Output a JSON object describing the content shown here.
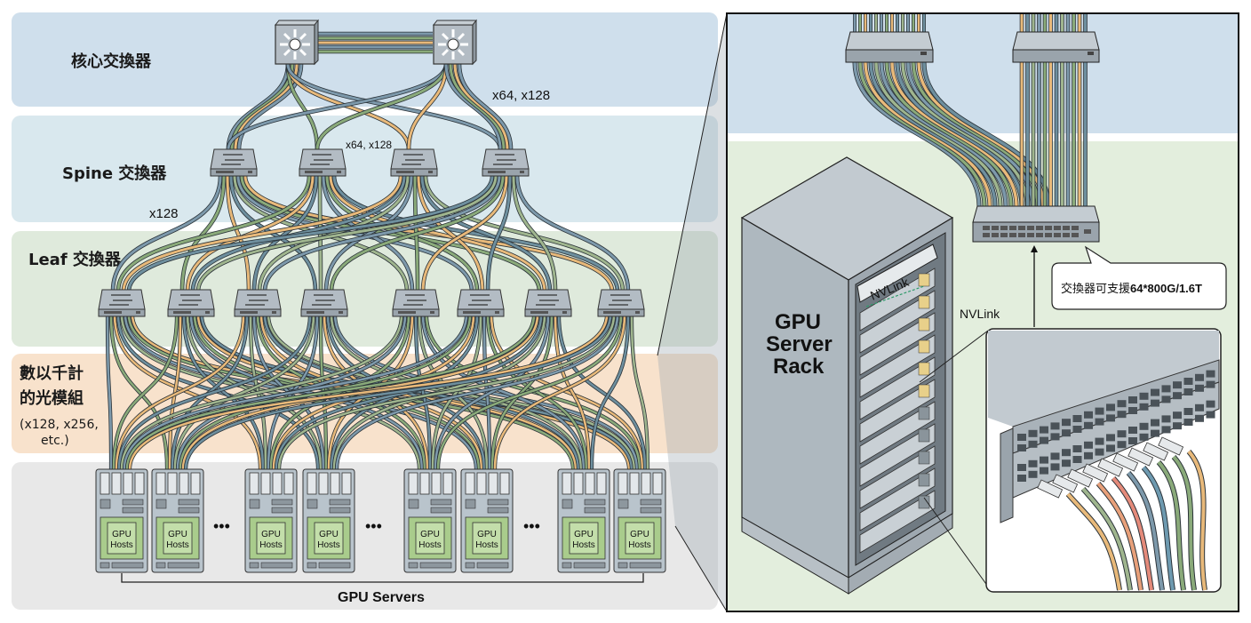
{
  "colors": {
    "core_band": "#cfdfec",
    "spine_band": "#d9e8ee",
    "leaf_band": "#dfeadc",
    "optics_band": "#f8e2cc",
    "server_band": "#e8e8e8",
    "switch_gray": "#a9b3bb",
    "cable_blue": "#7d99ab",
    "cable_green": "#8aaa7a",
    "cable_orange": "#e8b97a",
    "gpu_green": "#a9cc8c"
  },
  "layers": {
    "core": {
      "label": "核心交換器"
    },
    "spine": {
      "label": "Spine 交換器"
    },
    "leaf": {
      "label": "Leaf 交換器"
    },
    "optics": {
      "label_line1": "數以千計",
      "label_line2": "的光模組",
      "label_line3": "(x128, x256,",
      "label_line4": "etc.)"
    }
  },
  "annotations": {
    "core_to_spine_right": "x64, x128",
    "core_to_spine_center": "x64, x128",
    "spine_to_leaf": "x128"
  },
  "servers": {
    "host_label_line1": "GPU",
    "host_label_line2": "Hosts",
    "group_label": "GPU Servers",
    "ellipsis": "•••",
    "count_visible": 8
  },
  "detail_panel": {
    "rack_label_line1": "GPU",
    "rack_label_line2": "Server",
    "rack_label_line3": "Rack",
    "nvlink_inside": "NVLink",
    "nvlink_side": "NVLink",
    "callout": "交換器可支援",
    "callout_bold": "64*800G/1.6T"
  }
}
